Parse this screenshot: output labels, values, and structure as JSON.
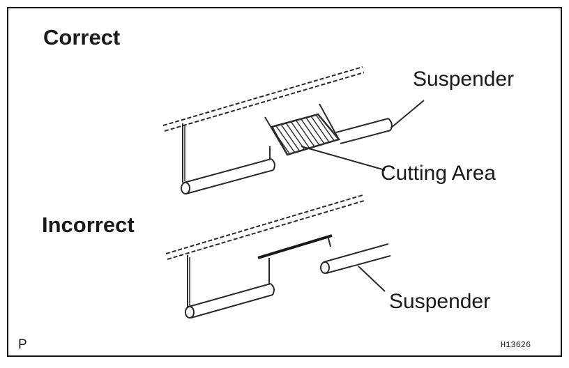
{
  "figure": {
    "heading_correct": "Correct",
    "heading_incorrect": "Incorrect",
    "label_suspender_top": "Suspender",
    "label_cutting_area": "Cutting Area",
    "label_suspender_bottom": "Suspender",
    "corner_mark": "P",
    "figure_code": "H13626",
    "line_color": "#2a2a2a",
    "hatch_color": "#333333"
  }
}
